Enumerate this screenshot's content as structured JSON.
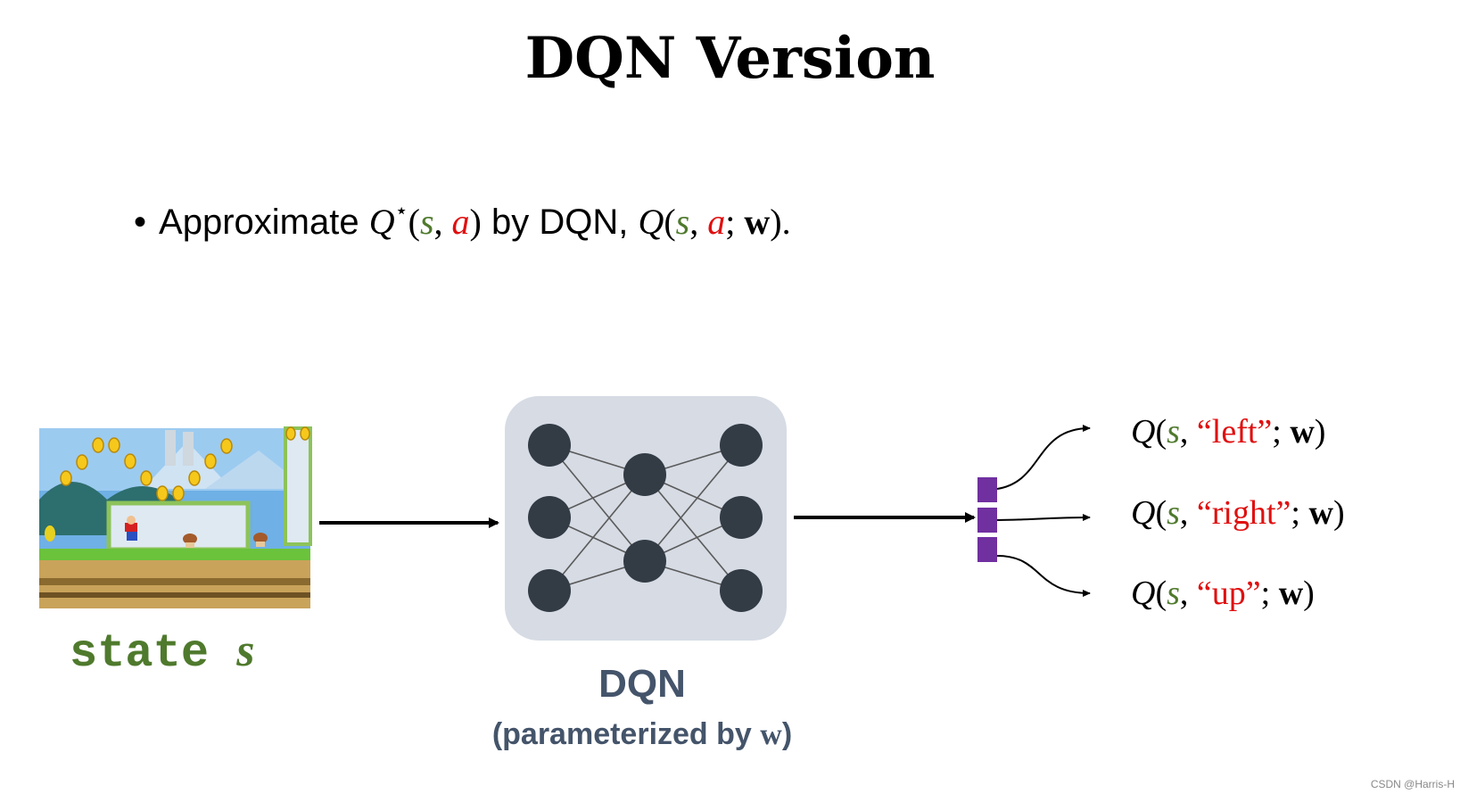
{
  "title": "DQN Version",
  "bullet": {
    "prefix": "Approximate ",
    "qstar": "Q",
    "star": "⋆",
    "open": "(",
    "s": "s",
    "comma": ", ",
    "a": "a",
    "close": ")",
    "mid": " by DQN, ",
    "q": "Q",
    "open2": "(",
    "s2": "s",
    "comma2": ", ",
    "a2": "a",
    "semi": "; ",
    "w": "w",
    "end": ")."
  },
  "state_label": {
    "word": "state",
    "s": "s"
  },
  "dqn": {
    "label": "DQN",
    "sub_prefix": "(parameterized by ",
    "sub_w": "w",
    "sub_suffix": ")"
  },
  "outputs": [
    {
      "action": "“left”"
    },
    {
      "action": "“right”"
    },
    {
      "action": "“up”"
    }
  ],
  "q_symbol": "Q",
  "s_symbol": "s",
  "w_symbol": "w",
  "watermark": "CSDN @Harris-H",
  "colors": {
    "state": "#4f7a2d",
    "action": "#e01010",
    "dqn_text": "#44546a",
    "dqn_box": "#d6dbe4",
    "node": "#333b45",
    "output_block": "#7030a0"
  }
}
